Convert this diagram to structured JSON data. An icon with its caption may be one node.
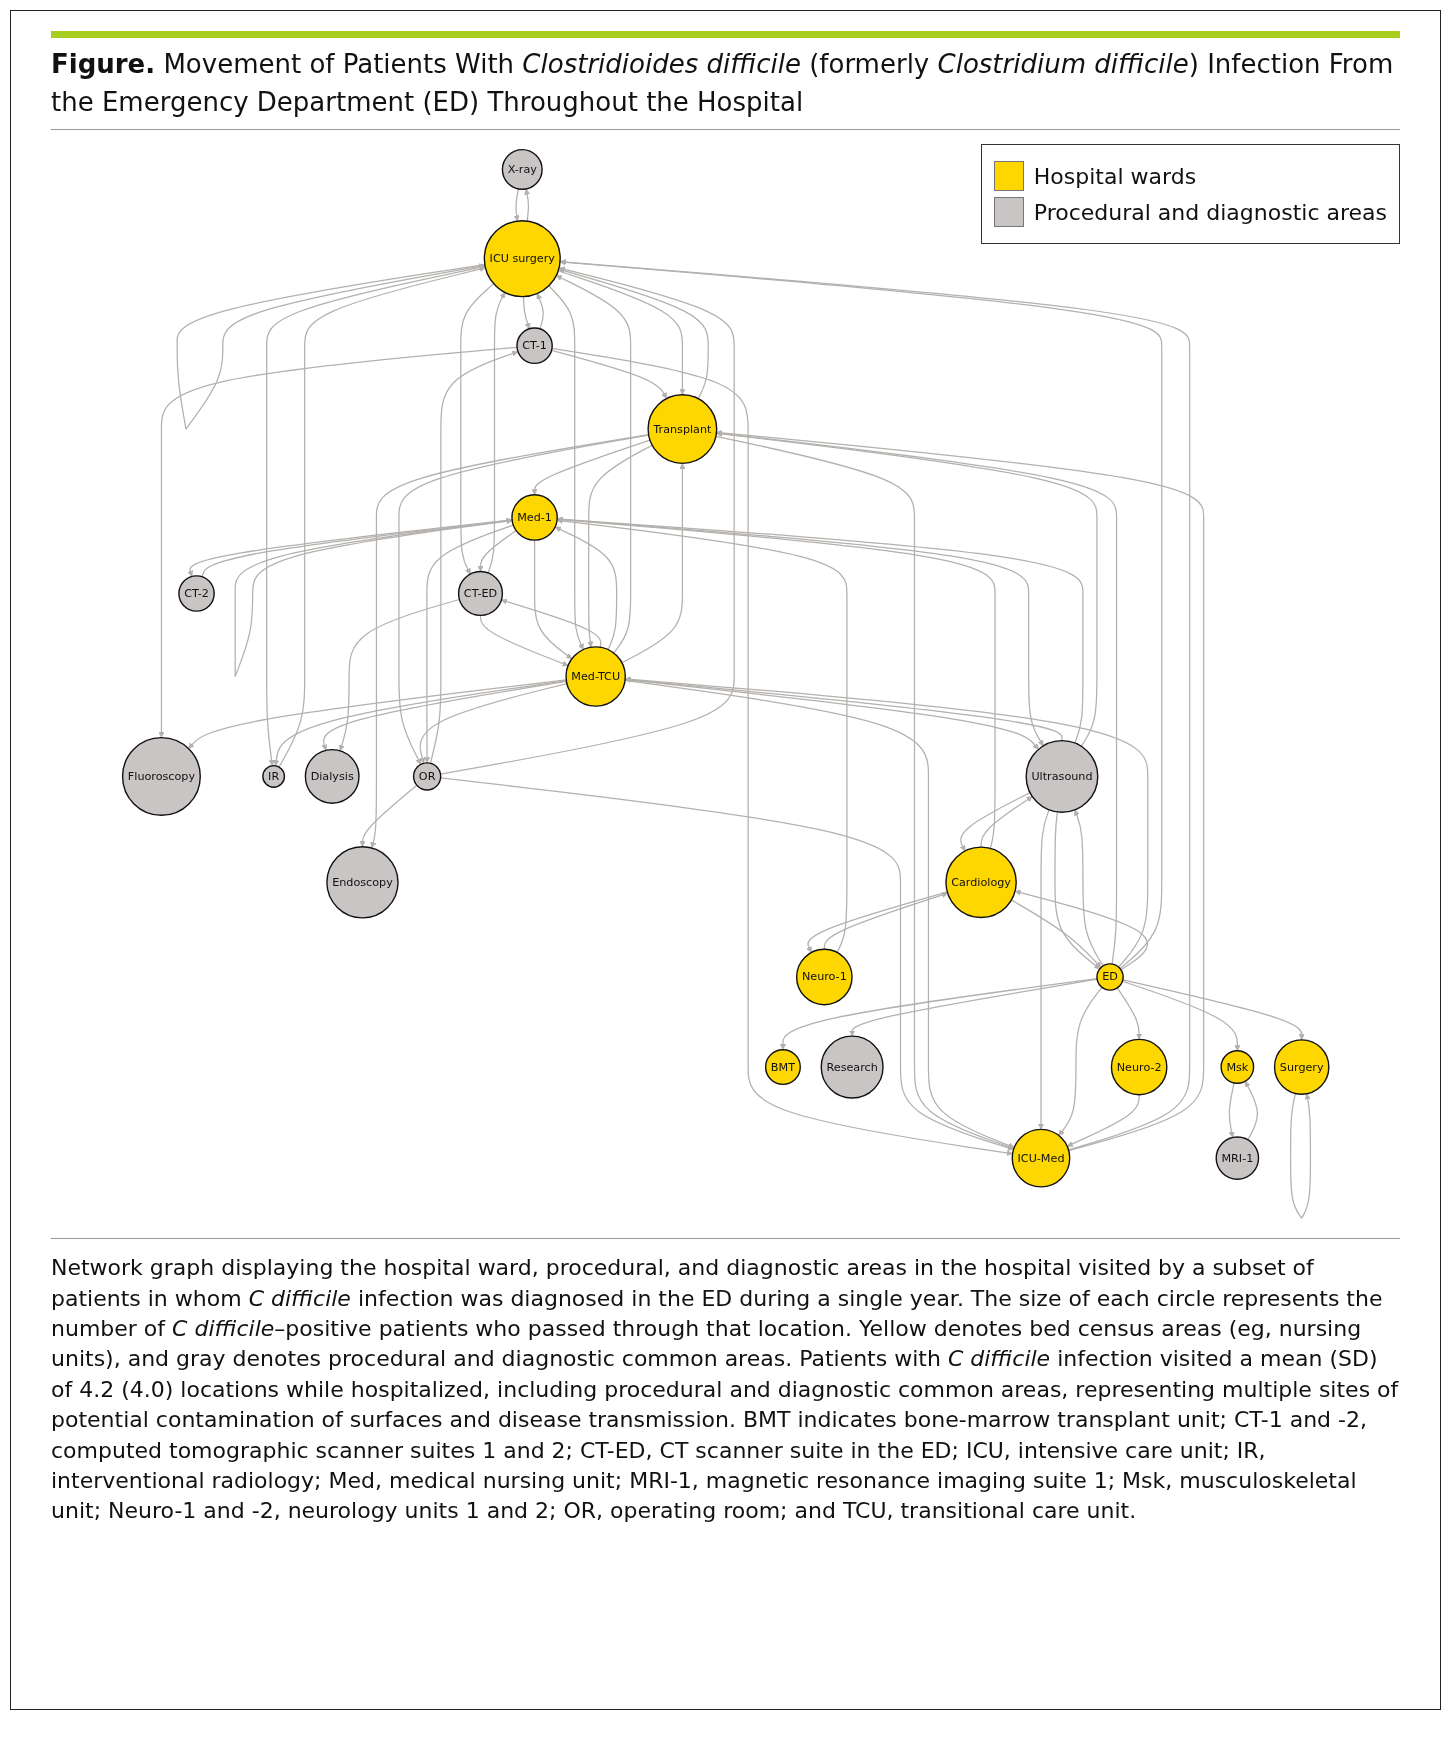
{
  "diagram": {
    "title": "**Figure.** Movement of Patients With *Clostridioides difficile* (formerly *Clostridium difficile*) Infection From the Emergency Department (ED) Throughout the Hospital",
    "caption": "Network graph displaying the hospital ward, procedural, and diagnostic areas in the hospital visited by a subset of patients in whom *C difficile* infection was diagnosed in the ED during a single year. The size of each circle represents the number of *C difficile*–positive patients who passed through that location. Yellow denotes bed census areas (eg, nursing units), and gray denotes procedural and diagnostic common areas. Patients with *C difficile* infection visited a mean (SD) of 4.2 (4.0) locations while hospitalized, including procedural and diagnostic common areas, representing multiple sites of potential contamination of surfaces and disease transmission. BMT indicates bone-marrow transplant unit; CT-1 and -2, computed tomographic scanner suites 1 and 2; CT-ED, CT scanner suite in the ED; ICU, intensive care unit; IR, interventional radiology; Med, medical nursing unit; MRI-1, magnetic resonance imaging suite 1; Msk, musculoskeletal unit; Neuro-1 and -2, neurology units 1 and 2; OR, operating room; and TCU, transitional care unit.",
    "nodes": [
      {
        "text": [
          "X-ray"
        ]
      },
      {
        "text": [
          "Fluoroscopy"
        ]
      },
      {
        "text": [
          "IR"
        ]
      },
      {
        "text": [
          "Dialysis"
        ]
      },
      {
        "text": [
          "CT-1"
        ]
      },
      {
        "text": [
          "ICU surgery"
        ]
      },
      {
        "text": [
          "CT-ED"
        ]
      },
      {
        "text": [
          "Endoscopy"
        ]
      },
      {
        "text": [
          "OR"
        ]
      },
      {
        "text": [
          "Transplant"
        ]
      },
      {
        "text": [
          "Med-TCU"
        ]
      },
      {
        "text": [
          "Med-1"
        ]
      },
      {
        "text": [
          "CT-2"
        ]
      },
      {
        "text": [
          "ICU-Med"
        ]
      },
      {
        "text": [
          "Ultrasound"
        ]
      },
      {
        "text": [
          "Neuro-2"
        ]
      },
      {
        "text": [
          "ED"
        ]
      },
      {
        "text": [
          "Cardiology"
        ]
      },
      {
        "text": [
          "Neuro-1"
        ]
      },
      {
        "text": [
          "BMT"
        ]
      },
      {
        "text": [
          "Research"
        ]
      },
      {
        "text": [
          "Msk"
        ]
      },
      {
        "text": [
          "Surgery"
        ]
      },
      {
        "text": [
          "MRI-1"
        ]
      }
    ],
    "edges": [
      {
        "from": 5,
        "to": 0,
        "arrow": "to"
      },
      {
        "from": 0,
        "to": 5,
        "arrow": "to"
      },
      {
        "from": 5,
        "to": 2,
        "arrow": "to"
      },
      {
        "from": 2,
        "to": 5,
        "arrow": "to"
      },
      {
        "from": 10,
        "to": 2,
        "arrow": "to"
      },
      {
        "from": 4,
        "to": 1,
        "arrow": "to"
      },
      {
        "from": 10,
        "to": 1,
        "arrow": "to"
      },
      {
        "from": 4,
        "to": 5,
        "arrow": "to"
      },
      {
        "from": 5,
        "to": 4,
        "arrow": "to"
      },
      {
        "from": 4,
        "to": 9,
        "arrow": "to"
      },
      {
        "from": 8,
        "to": 4,
        "arrow": "to"
      },
      {
        "from": 4,
        "to": 13,
        "arrow": "to"
      },
      {
        "from": 8,
        "to": 7,
        "arrow": "to"
      },
      {
        "from": 9,
        "to": 7,
        "arrow": "to"
      },
      {
        "from": 5,
        "to": 5,
        "arrow": "to"
      },
      {
        "from": 5,
        "to": 6,
        "arrow": "to"
      },
      {
        "from": 6,
        "to": 5,
        "arrow": "to"
      },
      {
        "from": 10,
        "to": 3,
        "arrow": "to"
      },
      {
        "from": 6,
        "to": 3,
        "arrow": "to"
      },
      {
        "from": 10,
        "to": 6,
        "arrow": "to"
      },
      {
        "from": 6,
        "to": 10,
        "arrow": "to"
      },
      {
        "from": 11,
        "to": 6,
        "arrow": "to"
      },
      {
        "from": 11,
        "to": 11,
        "arrow": "to"
      },
      {
        "from": 11,
        "to": 12,
        "arrow": "to"
      },
      {
        "from": 12,
        "to": 11,
        "arrow": "to"
      },
      {
        "from": 10,
        "to": 11,
        "arrow": "to"
      },
      {
        "from": 11,
        "to": 10,
        "arrow": "to"
      },
      {
        "from": 9,
        "to": 11,
        "arrow": "to"
      },
      {
        "from": 5,
        "to": 9,
        "arrow": "to"
      },
      {
        "from": 9,
        "to": 5,
        "arrow": "to"
      },
      {
        "from": 5,
        "to": 10,
        "arrow": "to"
      },
      {
        "from": 10,
        "to": 5,
        "arrow": "to"
      },
      {
        "from": 9,
        "to": 10,
        "arrow": "to"
      },
      {
        "from": 10,
        "to": 9,
        "arrow": "to"
      },
      {
        "from": 9,
        "to": 8,
        "arrow": "to"
      },
      {
        "from": 10,
        "to": 8,
        "arrow": "to"
      },
      {
        "from": 11,
        "to": 8,
        "arrow": "to"
      },
      {
        "from": 8,
        "to": 5,
        "arrow": "to"
      },
      {
        "from": 13,
        "to": 5,
        "arrow": "to"
      },
      {
        "from": 8,
        "to": 13,
        "arrow": "to"
      },
      {
        "from": 13,
        "to": 9,
        "arrow": "to"
      },
      {
        "from": 9,
        "to": 13,
        "arrow": "to"
      },
      {
        "from": 10,
        "to": 13,
        "arrow": "to"
      },
      {
        "from": 14,
        "to": 13,
        "arrow": "to"
      },
      {
        "from": 10,
        "to": 14,
        "arrow": "to"
      },
      {
        "from": 14,
        "to": 10,
        "arrow": "to"
      },
      {
        "from": 14,
        "to": 11,
        "arrow": "to"
      },
      {
        "from": 11,
        "to": 14,
        "arrow": "to"
      },
      {
        "from": 14,
        "to": 9,
        "arrow": "to"
      },
      {
        "from": 14,
        "to": 17,
        "arrow": "to"
      },
      {
        "from": 17,
        "to": 14,
        "arrow": "to"
      },
      {
        "from": 16,
        "to": 14,
        "arrow": "to"
      },
      {
        "from": 14,
        "to": 16,
        "arrow": "to"
      },
      {
        "from": 16,
        "to": 9,
        "arrow": "to"
      },
      {
        "from": 16,
        "to": 10,
        "arrow": "to"
      },
      {
        "from": 16,
        "to": 5,
        "arrow": "to"
      },
      {
        "from": 16,
        "to": 13,
        "arrow": "to"
      },
      {
        "from": 16,
        "to": 15,
        "arrow": "to"
      },
      {
        "from": 15,
        "to": 13,
        "arrow": "to"
      },
      {
        "from": 16,
        "to": 20,
        "arrow": "to"
      },
      {
        "from": 16,
        "to": 19,
        "arrow": "to"
      },
      {
        "from": 16,
        "to": 22,
        "arrow": "to"
      },
      {
        "from": 16,
        "to": 21,
        "arrow": "to"
      },
      {
        "from": 22,
        "to": 22,
        "arrow": "to"
      },
      {
        "from": 21,
        "to": 23,
        "arrow": "to"
      },
      {
        "from": 23,
        "to": 21,
        "arrow": "to"
      },
      {
        "from": 16,
        "to": 17,
        "arrow": "to"
      },
      {
        "from": 17,
        "to": 16,
        "arrow": "to"
      },
      {
        "from": 17,
        "to": 11,
        "arrow": "to"
      },
      {
        "from": 17,
        "to": 18,
        "arrow": "to"
      },
      {
        "from": 18,
        "to": 17,
        "arrow": "to"
      },
      {
        "from": 18,
        "to": 11,
        "arrow": "to"
      }
    ],
    "legend": [
      {
        "text": "Hospital wards",
        "color": "#ffd700"
      },
      {
        "text": "Procedural and diagnostic areas",
        "color": "#c8c5c4"
      }
    ]
  }
}
